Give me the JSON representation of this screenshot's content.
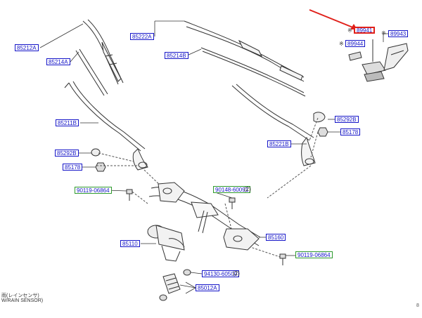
{
  "diagram": {
    "callouts": [
      {
        "part": "85212A"
      },
      {
        "part": "85214A"
      },
      {
        "part": "85222A"
      },
      {
        "part": "85214B"
      },
      {
        "part": "89941"
      },
      {
        "part": "89943"
      },
      {
        "part": "89944"
      },
      {
        "part": "85292B"
      },
      {
        "part": "85178"
      },
      {
        "part": "85211B"
      },
      {
        "part": "85221B"
      },
      {
        "part": "85292B"
      },
      {
        "part": "85178"
      },
      {
        "part": "90119-06864"
      },
      {
        "part": "90148-60091",
        "qty": "(2)"
      },
      {
        "part": "85160"
      },
      {
        "part": "85110"
      },
      {
        "part": "90119-06864"
      },
      {
        "part": "94130-60500",
        "qty": "(2)"
      },
      {
        "part": "85012A"
      }
    ],
    "optional_mark": "※",
    "legend_line1": "雨(レインセンサ)",
    "legend_line2": "W/RAIN SENSOR)",
    "page_mark": "8",
    "colors": {
      "label_blue": "#1515c8",
      "label_green": "#2e9a2e",
      "highlight_red": "#e0201a",
      "line_art": "#333333"
    }
  }
}
